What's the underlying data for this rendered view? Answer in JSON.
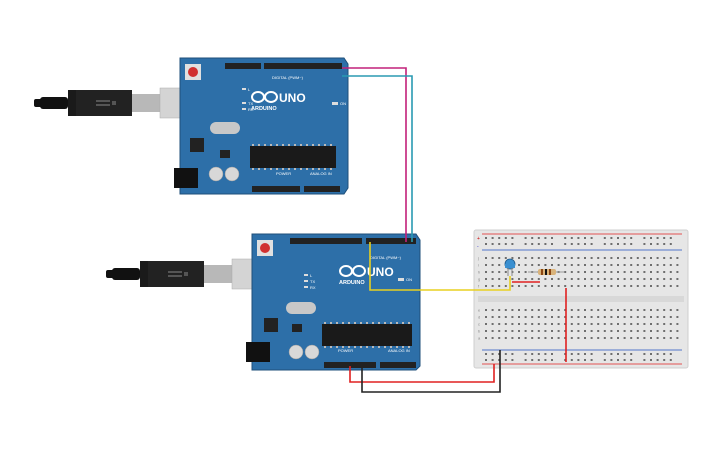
{
  "colors": {
    "board": "#2d6fa8",
    "board_edge": "#1f4f7a",
    "breadboard": "#e8e8e8",
    "wire_magenta": "#c2207a",
    "wire_teal": "#2a9ab2",
    "wire_yellow": "#e8d020",
    "wire_red": "#e02020",
    "wire_black": "#222222",
    "led": "#3a8fd0",
    "usb": "#222222"
  },
  "boards": [
    {
      "logo_text": "UNO",
      "brand_text": "ARDUINO",
      "digital_label": "DIGITAL (PWM~)",
      "analog_label": "ANALOG IN",
      "power_label": "POWER",
      "on_label": "ON",
      "tx_label": "TX",
      "rx_label": "RX",
      "l_label": "L"
    },
    {
      "logo_text": "UNO",
      "brand_text": "ARDUINO",
      "digital_label": "DIGITAL (PWM~)",
      "analog_label": "ANALOG IN",
      "power_label": "POWER",
      "on_label": "ON",
      "tx_label": "TX",
      "rx_label": "RX",
      "l_label": "L"
    }
  ],
  "breadboard": {
    "rows_top": [
      "j",
      "i",
      "h",
      "g",
      "f"
    ],
    "rows_bottom": [
      "e",
      "d",
      "c",
      "b",
      "a"
    ],
    "rail_plus": "+",
    "rail_minus": "-"
  }
}
